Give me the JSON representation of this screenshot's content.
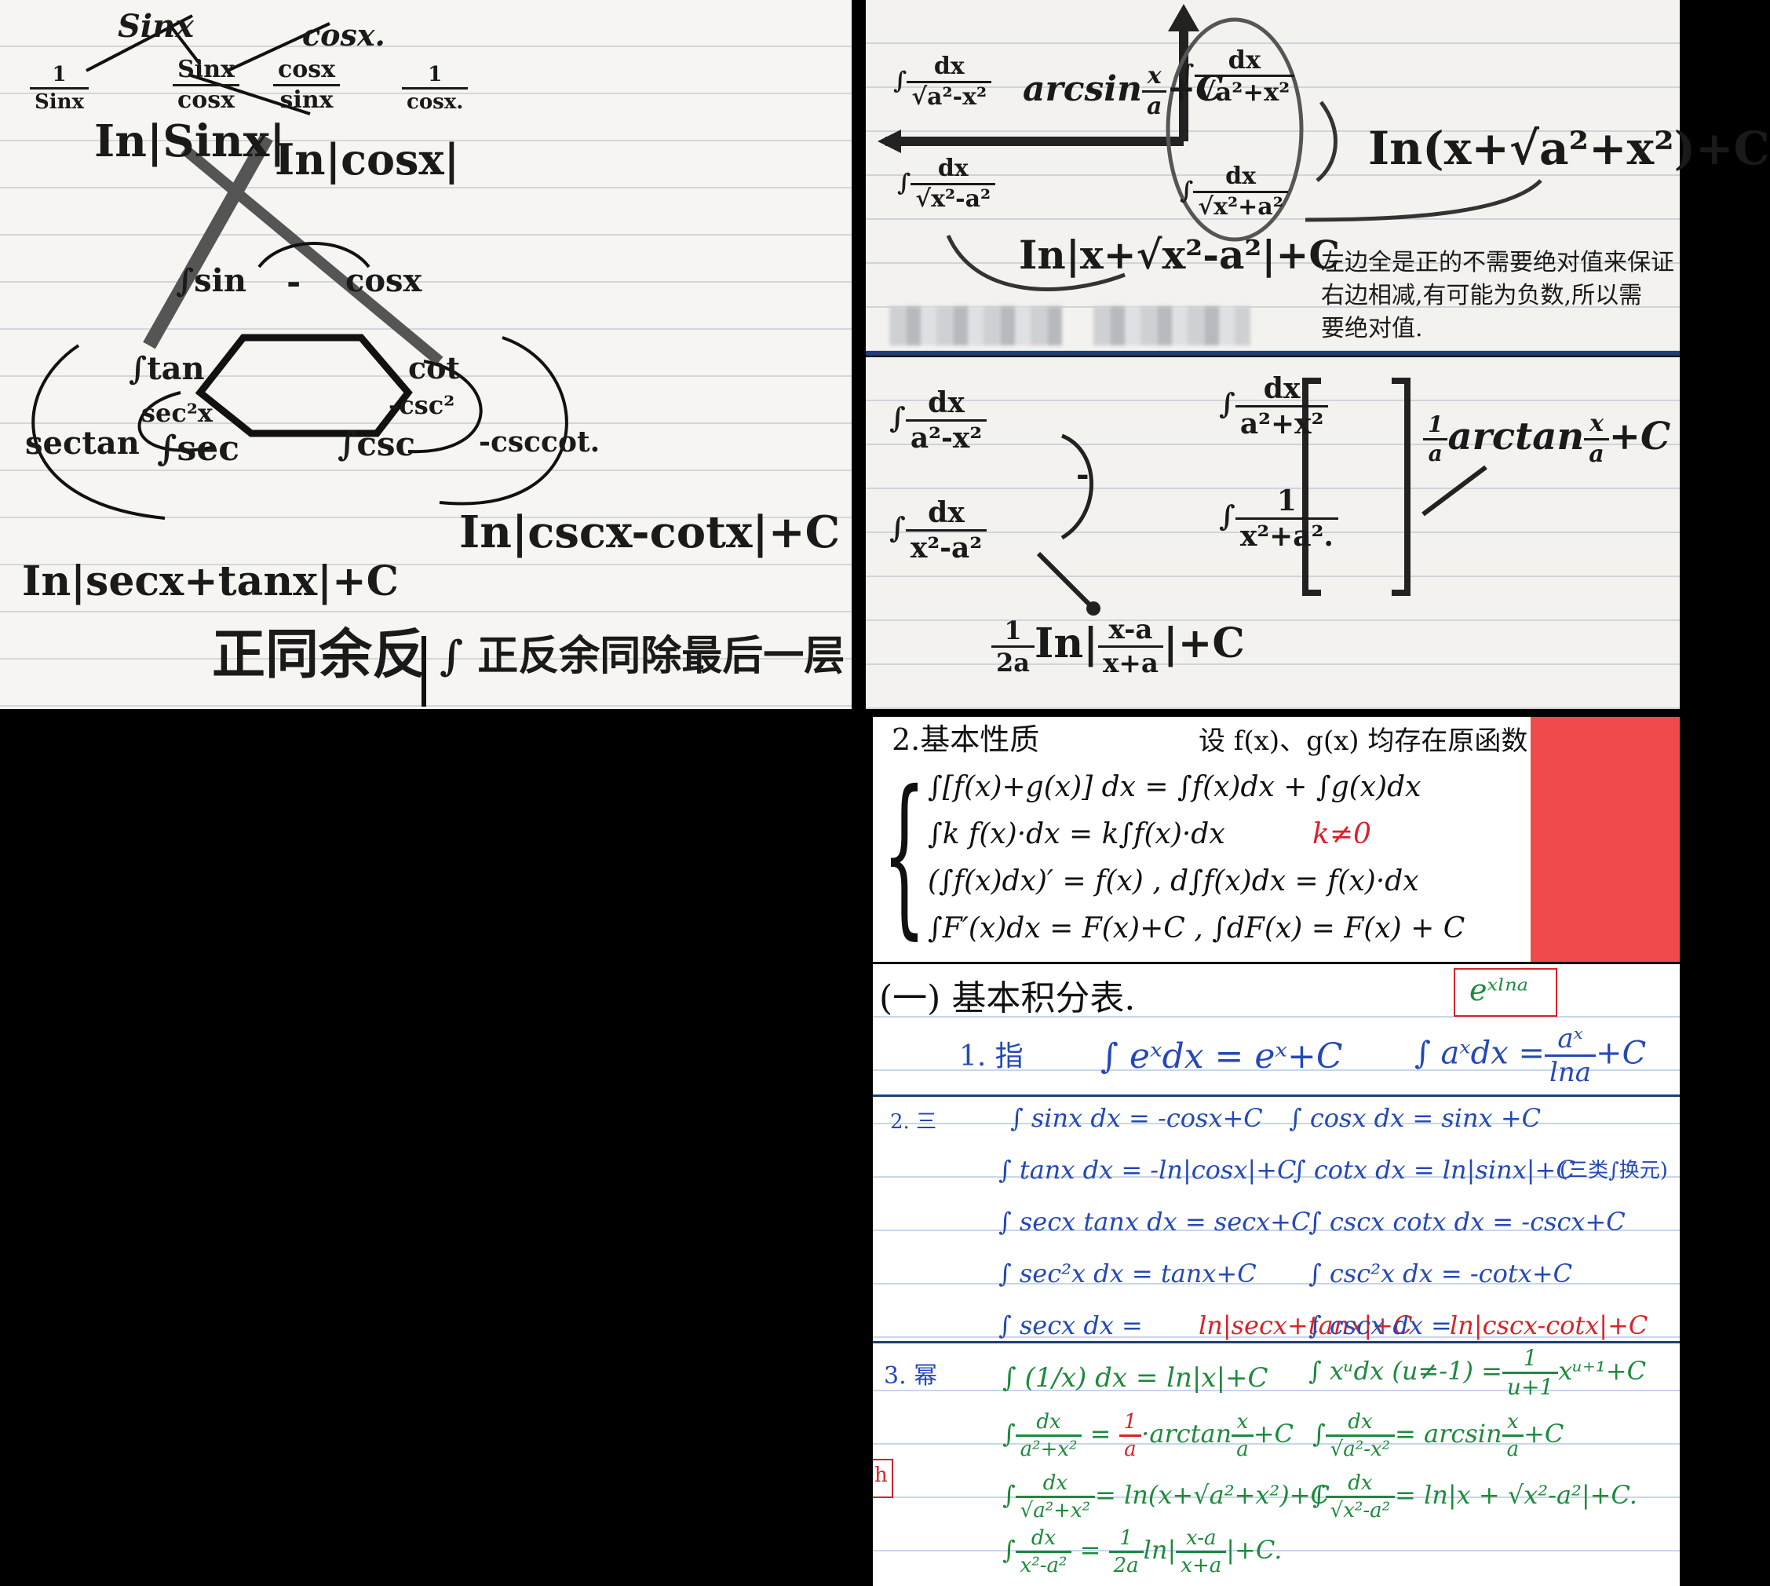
{
  "panel_tl": {
    "top_words": [
      "Sinx",
      "cosx."
    ],
    "ratios": {
      "inv_sin": {
        "n": "1",
        "d": "Sinx"
      },
      "tan": {
        "n": "Sinx",
        "d": "cosx"
      },
      "cot": {
        "n": "cosx",
        "d": "sinx"
      },
      "inv_cos": {
        "n": "1",
        "d": "cosx."
      }
    },
    "ln_sin": "In|Sinx|",
    "ln_cos": "In|cosx|",
    "hex_labels": [
      "∫sin",
      "cosx",
      "∫tan",
      "cot",
      "sec²x",
      "∫sec",
      "-csc²",
      "∫csc",
      "-"
    ],
    "side_labels": [
      "sectan",
      "-csccot."
    ],
    "ln_csc": "In|cscx-cotx|+C",
    "ln_sec": "In|secx+tanx|+C",
    "footer_left": "正同余反",
    "footer_right": "∫ 正反余同除最后一层"
  },
  "panel_tr": {
    "f1": {
      "n": "dx",
      "d": "√a²-x²"
    },
    "arcsin": "arcsin",
    "arcsin_frac": {
      "n": "x",
      "d": "a"
    },
    "arcsin_c": "+C",
    "f2": {
      "n": "dx",
      "d": "√a²+x²"
    },
    "ln_plus": "In(x+√a²+x²)+C",
    "f3": {
      "n": "dx",
      "d": "√x²-a²"
    },
    "f4": {
      "n": "dx",
      "d": "√x²+a²"
    },
    "ln_abs": "In|x+√x²-a²|+C",
    "note": [
      "左边全是正的不需要绝对值来保证",
      "右边相减,有可能为负数,所以需",
      "要绝对值."
    ]
  },
  "panel_mr": {
    "f1": {
      "n": "dx",
      "d": "a²-x²"
    },
    "f2": {
      "n": "dx",
      "d": "x²-a²"
    },
    "f3": {
      "n": "dx",
      "d": "a²+x²"
    },
    "f4": {
      "n": "1",
      "d": "x²+a²."
    },
    "minus": "-",
    "arctan_coef": {
      "n": "1",
      "d": "a"
    },
    "arctan": "arctan",
    "arctan_frac": {
      "n": "x",
      "d": "a"
    },
    "arctan_c": "+C",
    "ln_coef": {
      "n": "1",
      "d": "2a"
    },
    "ln_word": "In",
    "ln_frac": {
      "n": "x-a",
      "d": "x+a"
    },
    "ln_c": "|+C"
  },
  "panel_props": {
    "title": "2.基本性质",
    "condition": "设 f(x)、g(x) 均存在原函数",
    "rows": [
      "∫[f(x)+g(x)] dx = ∫f(x)dx + ∫g(x)dx",
      "∫k f(x)·dx = k∫f(x)·dx",
      "(∫f(x)dx)′ = f(x)   ,   d∫f(x)dx = f(x)·dx",
      "∫F′(x)dx = F(x)+C   ,   ∫dF(x) = F(x) + C"
    ],
    "k_note": "k≠0",
    "accent": "#f04a4a"
  },
  "panel_table": {
    "title": "(一) 基本积分表.",
    "boxed": "eˣˡⁿᵃ",
    "exp_label": "1. 指",
    "exp1": "∫ eˣdx = eˣ+C",
    "exp2_left": "∫ aˣdx =",
    "exp2_frac": {
      "n": "aˣ",
      "d": "lna"
    },
    "exp2_c": "+C",
    "trig_label": "2. 三",
    "trig_left": [
      "∫ sinx dx = -cosx+C",
      "∫ tanx dx = -ln|cosx|+C",
      "∫ secx tanx dx = secx+C",
      "∫ sec²x dx = tanx+C",
      "∫ secx dx ="
    ],
    "trig_right": [
      "∫ cosx dx = sinx +C",
      "∫ cotx dx = ln|sinx|+C",
      "∫ cscx cotx dx = -cscx+C",
      "∫ csc²x dx = -cotx+C",
      "∫ cscx dx ="
    ],
    "trig_note": "(三类∫换元)",
    "sec_red": "ln|secx+tanx|+C",
    "csc_red": "ln|cscx-cotx|+C",
    "pow_label": "3. 幂",
    "pow1_left": "∫ (1/x) dx = ln|x|+C",
    "pow1_right_left": "∫ xᵘdx (u≠-1) =",
    "pow1_frac": {
      "n": "1",
      "d": "u+1"
    },
    "pow1_tail": "xᵘ⁺¹+C",
    "pow2_left_frac": {
      "n": "dx",
      "d": "a²+x²"
    },
    "pow2_coef": {
      "n": "1",
      "d": "a"
    },
    "pow2_mid": "·arctan",
    "pow2_frac": {
      "n": "x",
      "d": "a"
    },
    "pow2_c": "+C",
    "pow2_right_frac": {
      "n": "dx",
      "d": "√a²-x²"
    },
    "pow2_right": "= arcsin",
    "pow2_right_frac2": {
      "n": "x",
      "d": "a"
    },
    "pow2_right_c": "+C",
    "pow3_left_frac": {
      "n": "dx",
      "d": "√a²+x²"
    },
    "pow3_left": "= ln(x+√a²+x²)+C",
    "pow3_right_frac": {
      "n": "dx",
      "d": "√x²-a²"
    },
    "pow3_right": "= ln|x + √x²-a²|+C.",
    "pow4_left_frac": {
      "n": "dx",
      "d": "x²-a²"
    },
    "pow4_coef": {
      "n": "1",
      "d": "2a"
    },
    "pow4_ln": "ln|",
    "pow4_frac": {
      "n": "x-a",
      "d": "x+a"
    },
    "pow4_c": "|+C.",
    "side_mark": "h"
  }
}
